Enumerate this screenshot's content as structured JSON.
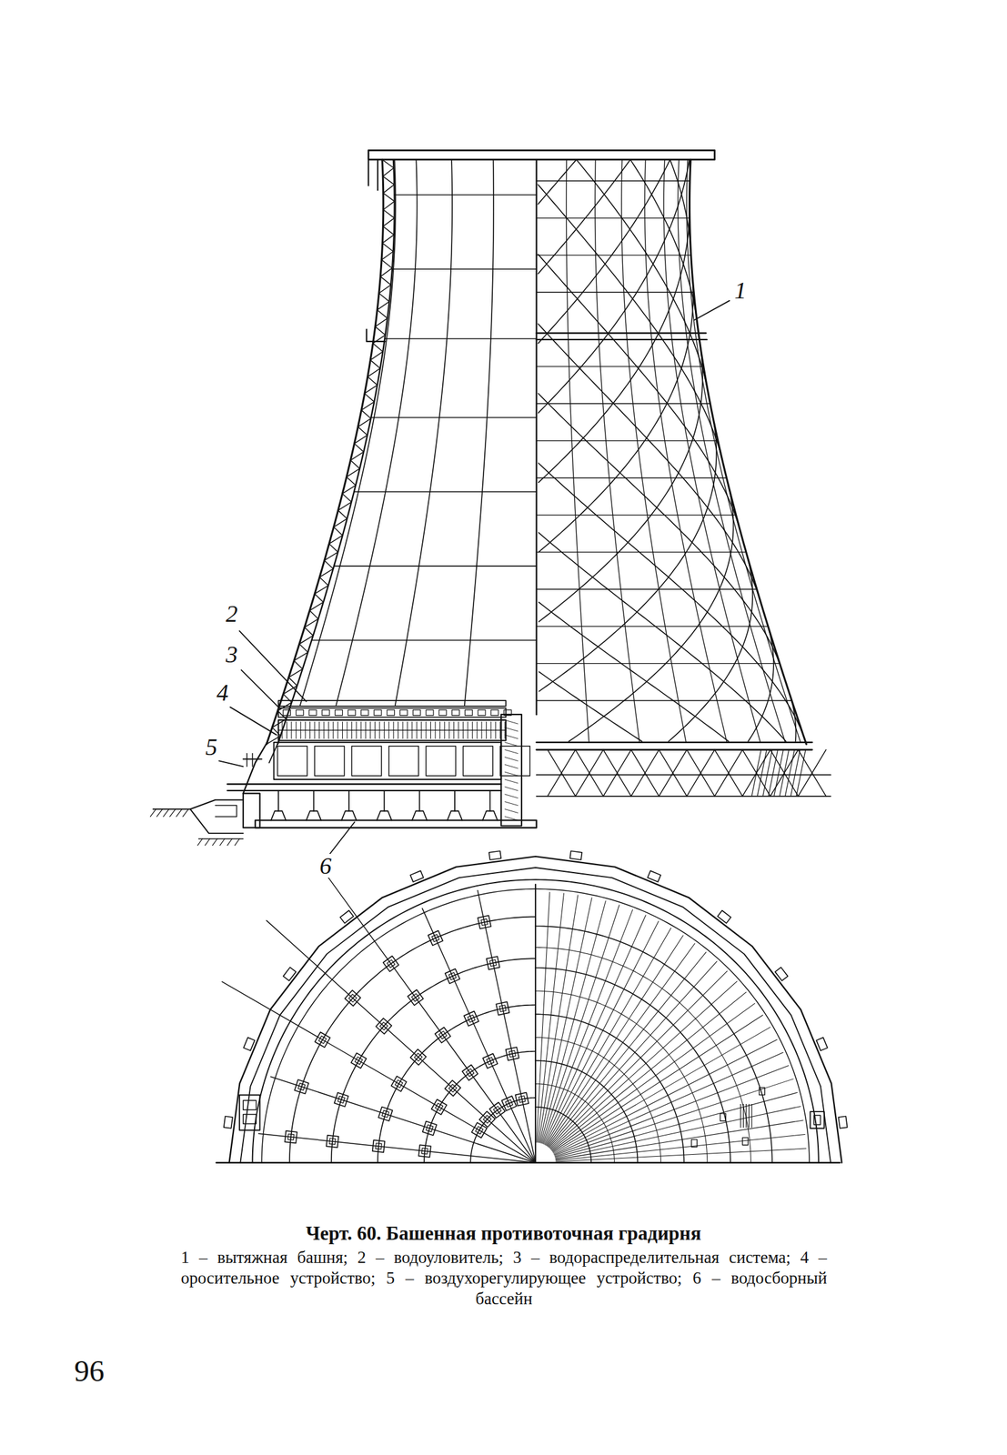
{
  "diagram": {
    "caption": "Черт. 60. Башенная противоточная градирня",
    "labels": [
      "1",
      "2",
      "3",
      "4",
      "5",
      "6",
      "1 – вытяжная башня; 2 – водоуловитель; 3 – водораспределительная система; 4 – оросительное устройство; 5 – воздухорегулирующее устройство; 6 – водосборный бассейн",
      "96"
    ]
  }
}
